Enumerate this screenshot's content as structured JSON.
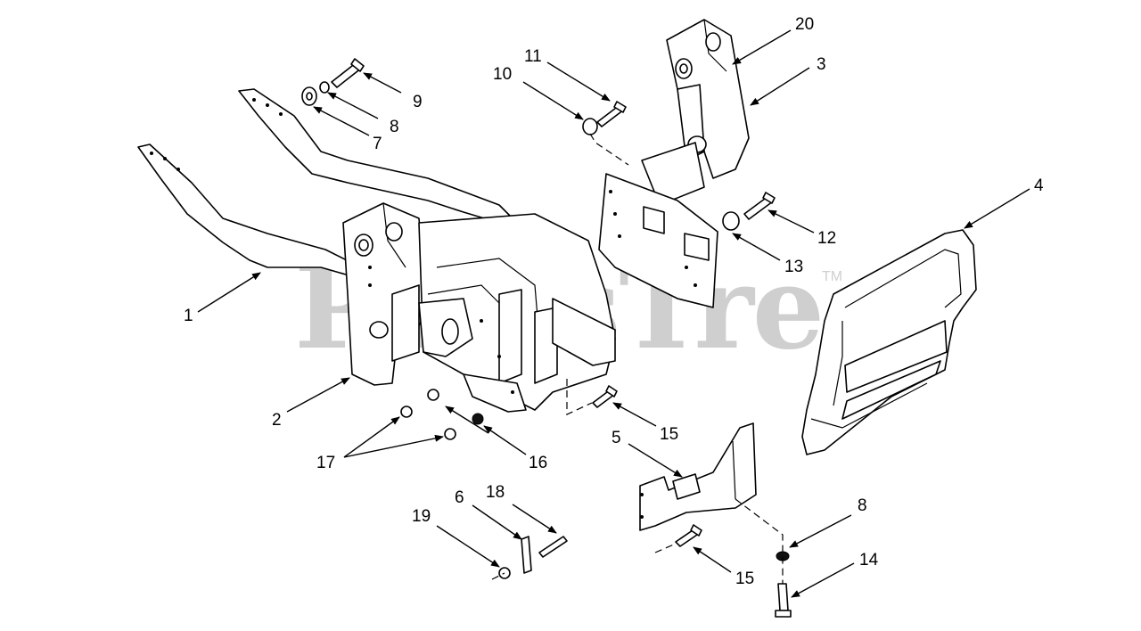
{
  "watermark": {
    "text": "PartsTree",
    "trademark": "TM"
  },
  "callouts": {
    "c1": "1",
    "c2": "2",
    "c3": "3",
    "c4": "4",
    "c5": "5",
    "c6": "6",
    "c7": "7",
    "c8a": "8",
    "c8b": "8",
    "c9": "9",
    "c10": "10",
    "c11": "11",
    "c12": "12",
    "c13": "13",
    "c14": "14",
    "c15a": "15",
    "c15b": "15",
    "c16": "16",
    "c17": "17",
    "c18": "18",
    "c19": "19",
    "c20": "20"
  }
}
